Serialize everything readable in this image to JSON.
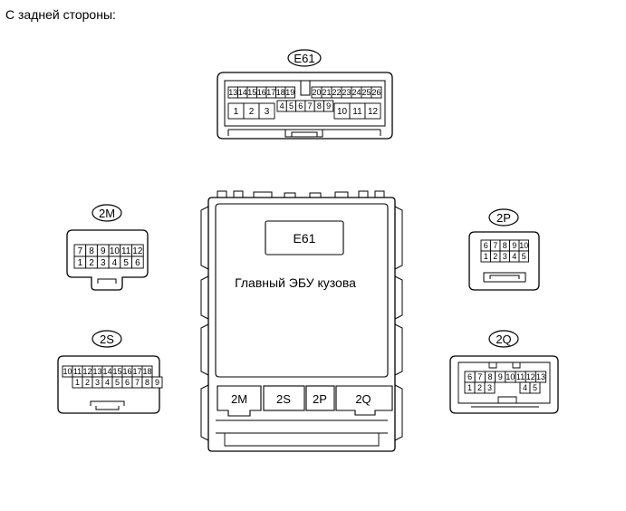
{
  "caption": "С задней стороны:",
  "ecu": {
    "name": "Главный ЭБУ кузова",
    "top_connector": "E61",
    "bottom_connectors": [
      "2M",
      "2S",
      "2P",
      "2Q"
    ]
  },
  "connectors": {
    "E61": {
      "label": "E61",
      "row_top_left": [
        "13",
        "14",
        "15",
        "16",
        "17",
        "18",
        "19"
      ],
      "row_top_right": [
        "20",
        "21",
        "22",
        "23",
        "24",
        "25",
        "26"
      ],
      "row_bottom_left": [
        "1",
        "2",
        "3"
      ],
      "row_mid": [
        "4",
        "5",
        "6",
        "7",
        "8",
        "9"
      ],
      "row_bottom_right": [
        "10",
        "11",
        "12"
      ]
    },
    "2M": {
      "label": "2M",
      "row_top": [
        "7",
        "8",
        "9",
        "10",
        "11",
        "12"
      ],
      "row_bottom": [
        "1",
        "2",
        "3",
        "4",
        "5",
        "6"
      ]
    },
    "2S": {
      "label": "2S",
      "row_top": [
        "10",
        "11",
        "12",
        "13",
        "14",
        "15",
        "16",
        "17",
        "18"
      ],
      "row_bottom": [
        "1",
        "2",
        "3",
        "4",
        "5",
        "6",
        "7",
        "8",
        "9"
      ]
    },
    "2P": {
      "label": "2P",
      "row_top": [
        "6",
        "7",
        "8",
        "9",
        "10"
      ],
      "row_bottom": [
        "1",
        "2",
        "3",
        "4",
        "5"
      ]
    },
    "2Q": {
      "label": "2Q",
      "row_top": [
        "6",
        "7",
        "8",
        "9",
        "10",
        "11",
        "12",
        "13"
      ],
      "row_bottom_left": [
        "1",
        "2",
        "3"
      ],
      "row_bottom_right": [
        "4",
        "5"
      ]
    }
  }
}
